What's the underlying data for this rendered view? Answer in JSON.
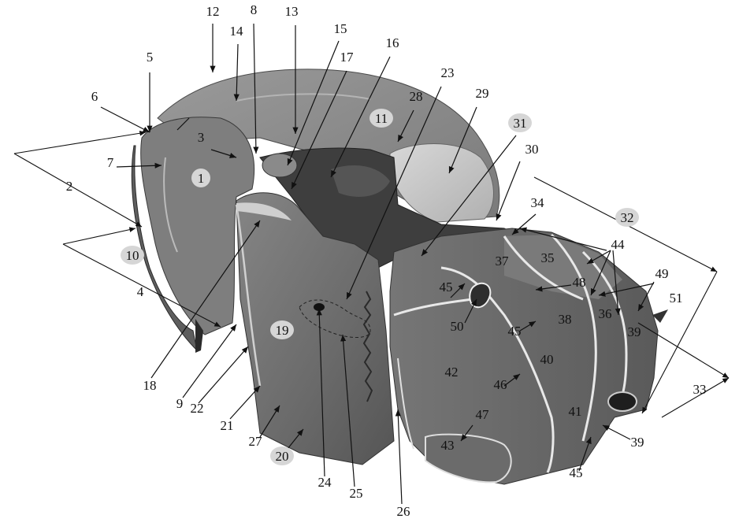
{
  "palette": {
    "background": "#ffffff",
    "dome": "#8c8c8c",
    "dark_cavity": "#3c3c3c",
    "light_plate": "#c8c8c8",
    "main_body": "#6e6e6e",
    "suture": "#e6e6e6",
    "badge": "#d6d6d6",
    "ink": "#111111"
  },
  "labels": [
    {
      "id": "l1",
      "text": "1",
      "badge": true
    },
    {
      "id": "l2",
      "text": "2"
    },
    {
      "id": "l3",
      "text": "3"
    },
    {
      "id": "l4",
      "text": "4"
    },
    {
      "id": "l5",
      "text": "5"
    },
    {
      "id": "l6",
      "text": "6"
    },
    {
      "id": "l7",
      "text": "7"
    },
    {
      "id": "l8",
      "text": "8"
    },
    {
      "id": "l9",
      "text": "9"
    },
    {
      "id": "l10",
      "text": "10",
      "badge": true
    },
    {
      "id": "l11",
      "text": "11",
      "badge": true
    },
    {
      "id": "l12",
      "text": "12"
    },
    {
      "id": "l13",
      "text": "13"
    },
    {
      "id": "l14",
      "text": "14"
    },
    {
      "id": "l15",
      "text": "15"
    },
    {
      "id": "l16",
      "text": "16"
    },
    {
      "id": "l17",
      "text": "17"
    },
    {
      "id": "l18",
      "text": "18"
    },
    {
      "id": "l19",
      "text": "19",
      "badge": true
    },
    {
      "id": "l20",
      "text": "20",
      "badge": true
    },
    {
      "id": "l21",
      "text": "21"
    },
    {
      "id": "l22",
      "text": "22"
    },
    {
      "id": "l23",
      "text": "23"
    },
    {
      "id": "l24",
      "text": "24"
    },
    {
      "id": "l25",
      "text": "25"
    },
    {
      "id": "l26",
      "text": "26"
    },
    {
      "id": "l27",
      "text": "27"
    },
    {
      "id": "l28",
      "text": "28"
    },
    {
      "id": "l29",
      "text": "29"
    },
    {
      "id": "l30",
      "text": "30"
    },
    {
      "id": "l31",
      "text": "31",
      "badge": true
    },
    {
      "id": "l32",
      "text": "32",
      "badge": true
    },
    {
      "id": "l33",
      "text": "33"
    },
    {
      "id": "l34",
      "text": "34"
    },
    {
      "id": "l35",
      "text": "35"
    },
    {
      "id": "l36",
      "text": "36"
    },
    {
      "id": "l37",
      "text": "37"
    },
    {
      "id": "l38",
      "text": "38"
    },
    {
      "id": "l39a",
      "text": "39"
    },
    {
      "id": "l39b",
      "text": "39"
    },
    {
      "id": "l40",
      "text": "40"
    },
    {
      "id": "l41",
      "text": "41"
    },
    {
      "id": "l42",
      "text": "42"
    },
    {
      "id": "l43",
      "text": "43"
    },
    {
      "id": "l44",
      "text": "44"
    },
    {
      "id": "l45a",
      "text": "45"
    },
    {
      "id": "l45b",
      "text": "45"
    },
    {
      "id": "l45c",
      "text": "45"
    },
    {
      "id": "l46",
      "text": "46"
    },
    {
      "id": "l47",
      "text": "47"
    },
    {
      "id": "l48",
      "text": "48"
    },
    {
      "id": "l49",
      "text": "49"
    },
    {
      "id": "l50",
      "text": "50"
    },
    {
      "id": "l51",
      "text": "51"
    }
  ]
}
